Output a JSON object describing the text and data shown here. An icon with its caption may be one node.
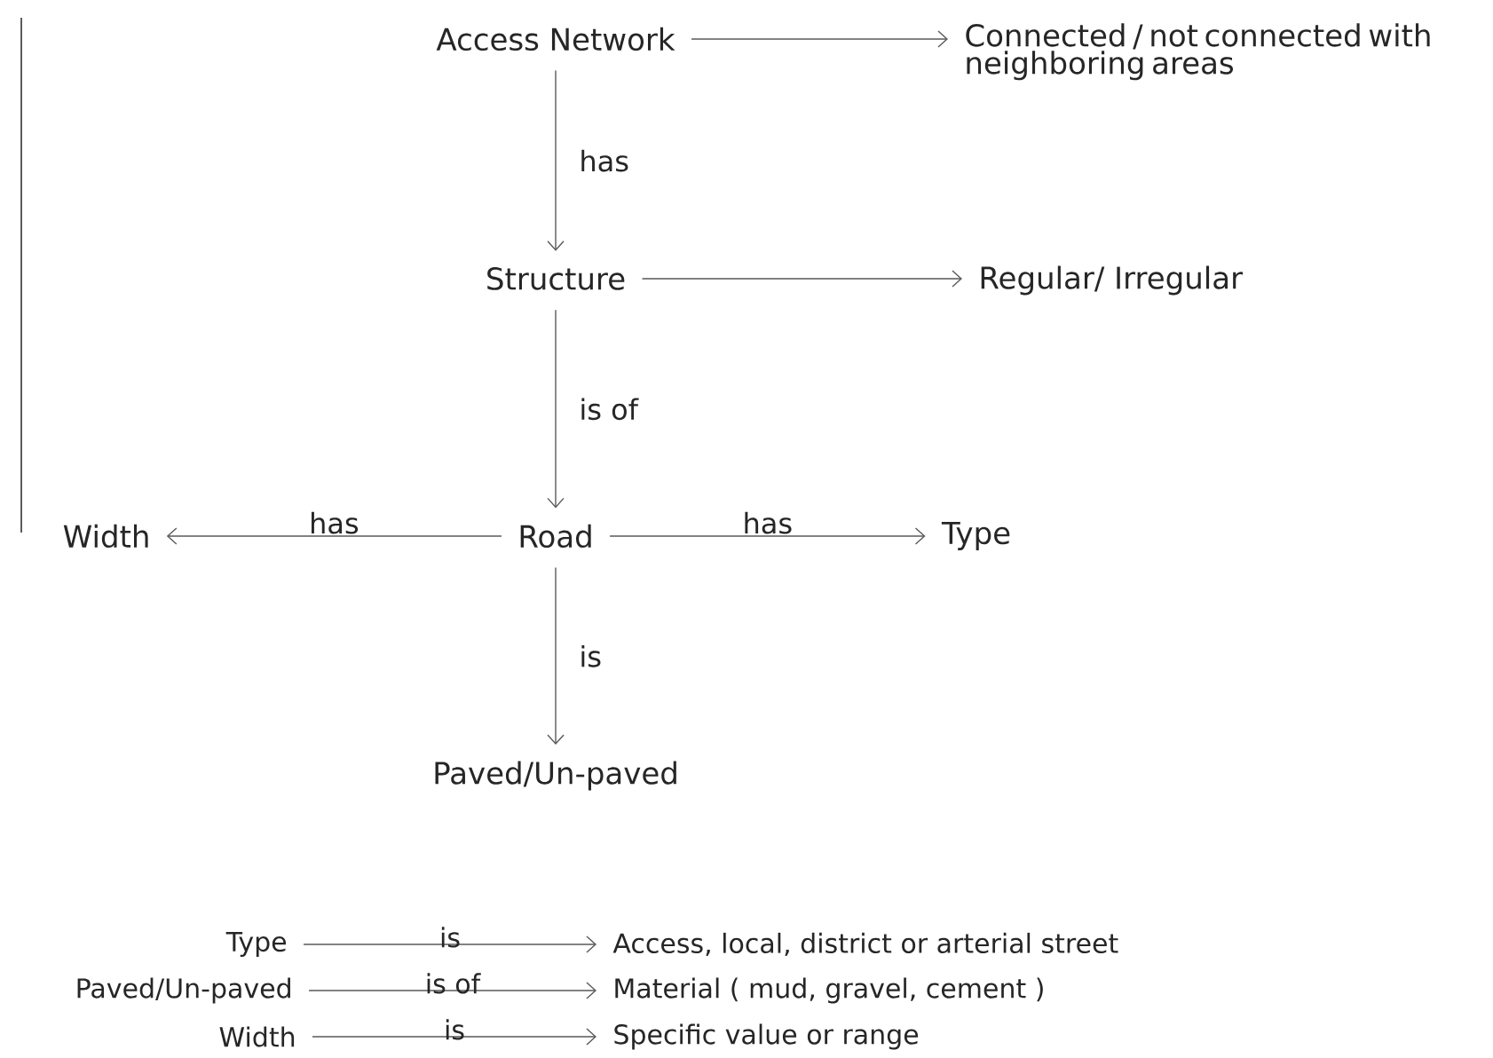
{
  "diagram": {
    "nodes": [
      {
        "text": [
          "Access Network"
        ]
      },
      {
        "text": [
          "Connected / not connected with neighboring areas"
        ]
      },
      {
        "text": [
          "Structure"
        ]
      },
      {
        "text": [
          "Regular/ Irregular"
        ]
      },
      {
        "text": [
          "Road"
        ]
      },
      {
        "text": [
          "Width"
        ]
      },
      {
        "text": [
          "Type"
        ]
      },
      {
        "text": [
          "Paved/Un-paved"
        ]
      },
      {
        "text": [
          "Type"
        ]
      },
      {
        "text": [
          "Access, local, district or arterial street"
        ]
      },
      {
        "text": [
          "Paved/Un-paved"
        ]
      },
      {
        "text": [
          "Material ( mud, gravel, cement )"
        ]
      },
      {
        "text": [
          "Width"
        ]
      },
      {
        "text": [
          "Specific value or range"
        ]
      }
    ],
    "edges": [
      {
        "from": 0,
        "to": 1,
        "arrow": "to"
      },
      {
        "from": 0,
        "to": 2,
        "arrow": "to",
        "label": "has"
      },
      {
        "from": 2,
        "to": 3,
        "arrow": "to"
      },
      {
        "from": 2,
        "to": 4,
        "arrow": "to",
        "label": "is of"
      },
      {
        "from": 4,
        "to": 5,
        "arrow": "to",
        "label": "has"
      },
      {
        "from": 4,
        "to": 6,
        "arrow": "to",
        "label": "has"
      },
      {
        "from": 4,
        "to": 7,
        "arrow": "to",
        "label": "is"
      },
      {
        "from": 8,
        "to": 9,
        "arrow": "to",
        "label": "is"
      },
      {
        "from": 10,
        "to": 11,
        "arrow": "to",
        "label": "is of"
      },
      {
        "from": 12,
        "to": 13,
        "arrow": "to",
        "label": "is"
      }
    ]
  }
}
